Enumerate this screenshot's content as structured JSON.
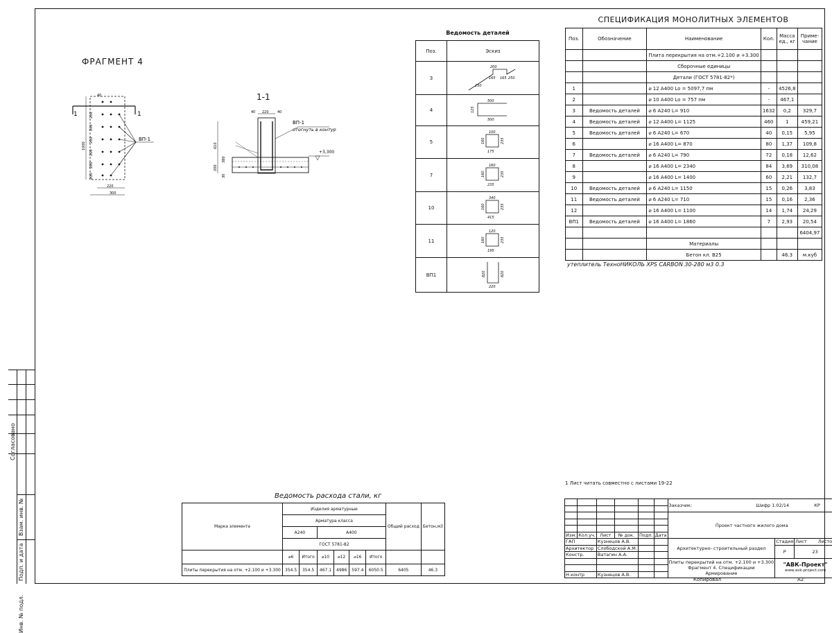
{
  "fragment_title": "ФРАГМЕНТ 4",
  "section_title": "1-1",
  "plan_labels": {
    "cut_left": "1",
    "cut_right": "1",
    "vp": "ВП-1",
    "dim_left": "1000",
    "dim_side": [
      "200",
      "200",
      "200",
      "200",
      "200",
      "200"
    ],
    "dim_bottom_inner": "220",
    "dim_bottom_outer": "300",
    "edge_40": "40"
  },
  "section_labels": {
    "vp": "ВП-1",
    "note": "отогнуть в контур",
    "level": "+3,300",
    "dim_220": "220",
    "dim_40": "40",
    "dim_610": "610",
    "dim_380": "380",
    "dim_200": "200",
    "dim_30": "30"
  },
  "details": {
    "title": "Ведомость деталей",
    "col_pos": "Поз.",
    "col_sketch": "Эскиз",
    "rows": [
      {
        "pos": "3",
        "dims": [
          "200",
          "165",
          "165",
          "250",
          "250"
        ]
      },
      {
        "pos": "4",
        "dims": [
          "500",
          "125",
          "500"
        ]
      },
      {
        "pos": "5",
        "dims": [
          "100",
          "160",
          "235",
          "175"
        ]
      },
      {
        "pos": "7",
        "dims": [
          "160",
          "160",
          "235",
          "235"
        ]
      },
      {
        "pos": "10",
        "dims": [
          "340",
          "160",
          "235",
          "415"
        ]
      },
      {
        "pos": "11",
        "dims": [
          "120",
          "160",
          "235",
          "195"
        ]
      },
      {
        "pos": "ВП1",
        "dims": [
          "820",
          "820",
          "220"
        ]
      }
    ]
  },
  "spec": {
    "title": "СПЕЦИФИКАЦИЯ МОНОЛИТНЫХ ЭЛЕМЕНТОВ",
    "headers": [
      "Поз.",
      "Обозначение",
      "Наименование",
      "Кол.",
      "Масса ед., кг",
      "Приме- чание"
    ],
    "rows": [
      [
        "",
        "",
        "Плита перекрытия на отм.+2.100 и +3.300",
        "",
        "",
        ""
      ],
      [
        "",
        "",
        "Сборочные единицы",
        "",
        "",
        ""
      ],
      [
        "",
        "",
        "Детали (ГОСТ 5781-82*)",
        "",
        "",
        ""
      ],
      [
        "1",
        "",
        "⌀ 12 А400 Lo = 5097,7 пм",
        "-",
        "4526,8",
        ""
      ],
      [
        "2",
        "",
        "⌀ 10 А400 Lo = 757 пм",
        "-",
        "467,1",
        ""
      ],
      [
        "3",
        "Ведомость деталей",
        "⌀ 6 А240 L= 910",
        "1632",
        "0,2",
        "329,7"
      ],
      [
        "4",
        "Ведомость деталей",
        "⌀ 12 А400 L= 1125",
        "460",
        "1",
        "459,21"
      ],
      [
        "5",
        "Ведомость деталей",
        "⌀ 6 А240 L= 670",
        "40",
        "0,15",
        "5,95"
      ],
      [
        "6",
        "",
        "⌀ 16 А400 L= 870",
        "80",
        "1,37",
        "109,8"
      ],
      [
        "7",
        "Ведомость деталей",
        "⌀ 6 А240 L= 790",
        "72",
        "0,18",
        "12,62"
      ],
      [
        "8",
        "",
        "⌀ 16 А400 L= 2340",
        "84",
        "3,69",
        "310,08"
      ],
      [
        "9",
        "",
        "⌀ 16 А400 L= 1400",
        "60",
        "2,21",
        "132,7"
      ],
      [
        "10",
        "Ведомость деталей",
        "⌀ 6 А240 L= 1150",
        "15",
        "0,26",
        "3,83"
      ],
      [
        "11",
        "Ведомость деталей",
        "⌀ 6 А240 L= 710",
        "15",
        "0,16",
        "2,36"
      ],
      [
        "12",
        "",
        "⌀ 16 А400 L= 1100",
        "14",
        "1,74",
        "24,29"
      ],
      [
        "ВП1",
        "Ведомость деталей",
        "⌀ 16 А400 L= 1860",
        "7",
        "2,93",
        "20,54"
      ],
      [
        "",
        "",
        "",
        "",
        "",
        "6404,97"
      ],
      [
        "",
        "",
        "Материалы",
        "",
        "",
        ""
      ],
      [
        "",
        "",
        "Бетон кл. В25",
        "",
        "46.3",
        "м.куб"
      ]
    ],
    "note": "утеплитель ТехноНИКОЛЬ XPS CARBON 30-280 м3 0.3"
  },
  "sheet_note": "1 Лист читать совместно с листами 19-22",
  "steel": {
    "title": "Ведомость расхода стали, кг",
    "mark_header": "Марка элемента",
    "products": "Изделия арматурные",
    "rebar_class": "Арматура класса",
    "a240": "А240",
    "a400": "А400",
    "gost": "ГОСТ 5781-82",
    "total_header": "Общий расход",
    "concrete_header": "Бетон,м3",
    "subcols": [
      "⌀6",
      "Итого",
      "⌀10",
      "⌀12",
      "⌀16",
      "Итого"
    ],
    "row_label": "Плиты перекрытия на отм. +2.100 и +3.300",
    "row_values": [
      "354.5",
      "354.5",
      "467.1",
      "4986",
      "597.4",
      "6050.5",
      "6405",
      "46.3"
    ]
  },
  "stamp": {
    "customer_label": "Заказчик:",
    "code": "Шифр 1.02/14",
    "kr": "КР",
    "project": "Проект частного жилого дома",
    "section": "Архитектурно- строительный раздел",
    "sheet_title": [
      "Плиты перекрытий на отм. +2.100 и +3.300",
      "Фрагмент 4. Спецификации",
      "Армирование"
    ],
    "col_heads": [
      "Изм.",
      "Кол.уч.",
      "Лист",
      "№ док.",
      "Подп.",
      "Дата"
    ],
    "people": [
      {
        "role": "ГАП",
        "name": "Кузнецов А.В."
      },
      {
        "role": "Архитектор",
        "name": "Слободской А.М."
      },
      {
        "role": "Констр.",
        "name": "Ватагин А.А."
      },
      {
        "role": "",
        "name": ""
      },
      {
        "role": "Н.контр",
        "name": "Кузнецов А.В."
      }
    ],
    "stage_h": "Стадия",
    "sheet_h": "Лист",
    "sheets_h": "Листов",
    "stage": "Р",
    "sheet": "23",
    "sheets": "",
    "company": "\"АВК-Проект\"",
    "site": "www.avk-project.com",
    "copied": "Копировал",
    "format": "А2"
  },
  "left_strip": [
    "Согласовано",
    "Взам. инв. №",
    "Подп. и дата",
    "Инв. № подл."
  ]
}
